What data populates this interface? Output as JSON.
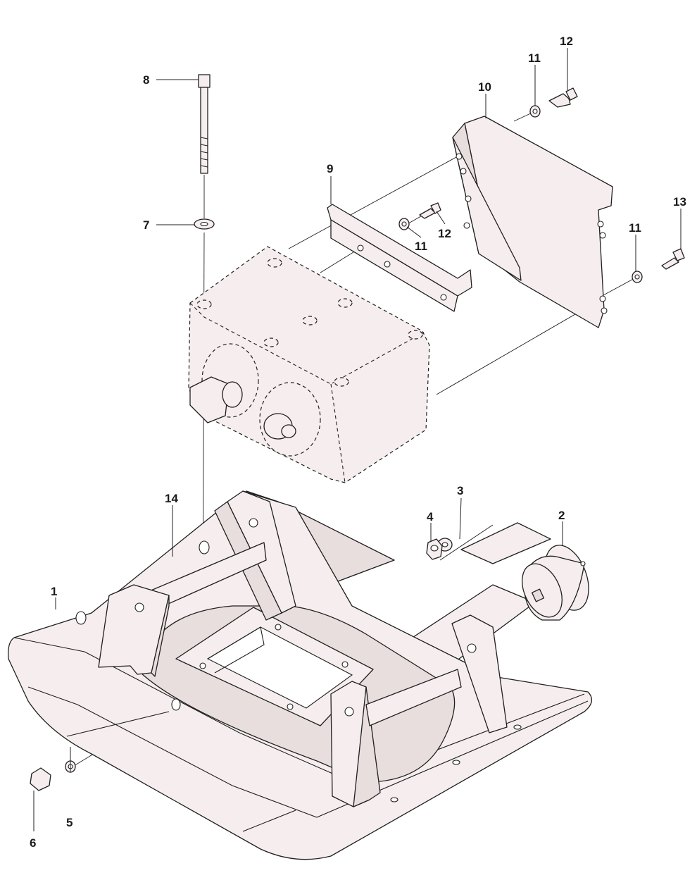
{
  "callouts": [
    {
      "id": "1",
      "label": "1"
    },
    {
      "id": "2",
      "label": "2"
    },
    {
      "id": "3",
      "label": "3"
    },
    {
      "id": "4",
      "label": "4"
    },
    {
      "id": "5",
      "label": "5"
    },
    {
      "id": "6",
      "label": "6"
    },
    {
      "id": "7",
      "label": "7"
    },
    {
      "id": "8",
      "label": "8"
    },
    {
      "id": "9",
      "label": "9"
    },
    {
      "id": "10",
      "label": "10"
    },
    {
      "id": "11a",
      "label": "11"
    },
    {
      "id": "11b",
      "label": "11"
    },
    {
      "id": "11c",
      "label": "11"
    },
    {
      "id": "12a",
      "label": "12"
    },
    {
      "id": "12b",
      "label": "12"
    },
    {
      "id": "13",
      "label": "13"
    },
    {
      "id": "14",
      "label": "14"
    }
  ],
  "colors": {
    "part_fill": "#f6eeee",
    "stroke": "#1f1f1f",
    "background": "#ffffff"
  }
}
